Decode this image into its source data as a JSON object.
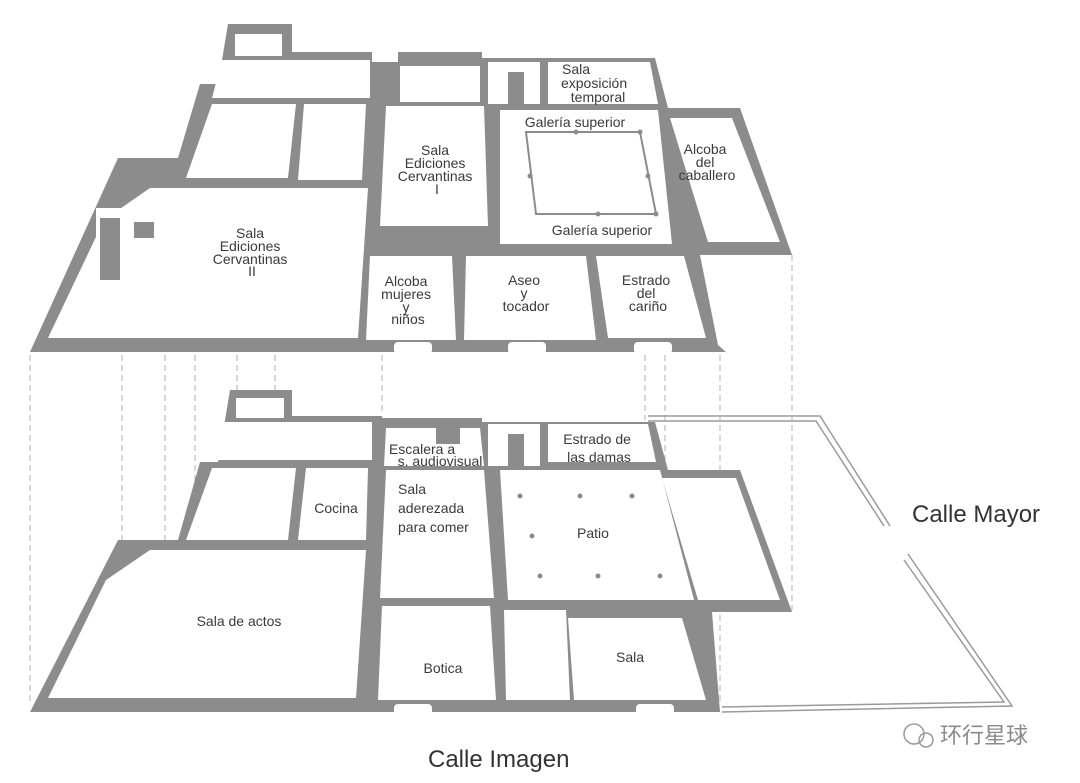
{
  "upper_floor": {
    "rooms": [
      {
        "id": "sala-exposicion-temporal",
        "lines": [
          "Sala",
          "exposición",
          "temporal"
        ]
      },
      {
        "id": "galeria-superior-top",
        "lines": [
          "Galería superior"
        ]
      },
      {
        "id": "galeria-superior-bottom",
        "lines": [
          "Galería superior"
        ]
      },
      {
        "id": "sala-ediciones-cervantinas-i",
        "lines": [
          "Sala",
          "Ediciones",
          "Cervantinas",
          "I"
        ]
      },
      {
        "id": "alcoba-del-caballero",
        "lines": [
          "Alcoba",
          "del",
          "caballero"
        ]
      },
      {
        "id": "sala-ediciones-cervantinas-ii",
        "lines": [
          "Sala",
          "Ediciones",
          "Cervantinas",
          "II"
        ]
      },
      {
        "id": "alcoba-mujeres-ninos",
        "lines": [
          "Alcoba",
          "mujeres",
          "y",
          "niños"
        ]
      },
      {
        "id": "aseo-tocador",
        "lines": [
          "Aseo",
          "y",
          "tocador"
        ]
      },
      {
        "id": "estrado-del-carino",
        "lines": [
          "Estrado",
          "del",
          "cariño"
        ]
      }
    ]
  },
  "ground_floor": {
    "rooms": [
      {
        "id": "escalera-audiovisual",
        "lines": [
          "Escalera a",
          "s. audiovisual"
        ]
      },
      {
        "id": "estrado-de-las-damas",
        "lines": [
          "Estrado de",
          "las damas"
        ]
      },
      {
        "id": "cocina",
        "lines": [
          "Cocina"
        ]
      },
      {
        "id": "sala-aderezada",
        "lines": [
          "Sala",
          "aderezada",
          "para comer"
        ]
      },
      {
        "id": "patio",
        "lines": [
          "Patio"
        ]
      },
      {
        "id": "sala-de-actos",
        "lines": [
          "Sala de actos"
        ]
      },
      {
        "id": "botica",
        "lines": [
          "Botica"
        ]
      },
      {
        "id": "sala",
        "lines": [
          "Sala"
        ]
      }
    ]
  },
  "streets": {
    "calle_mayor": "Calle Mayor",
    "calle_imagen": "Calle Imagen"
  },
  "watermark": "环行星球",
  "colors": {
    "wall": "#8c8c8c",
    "background": "#ffffff",
    "text": "#3a3a3a"
  }
}
